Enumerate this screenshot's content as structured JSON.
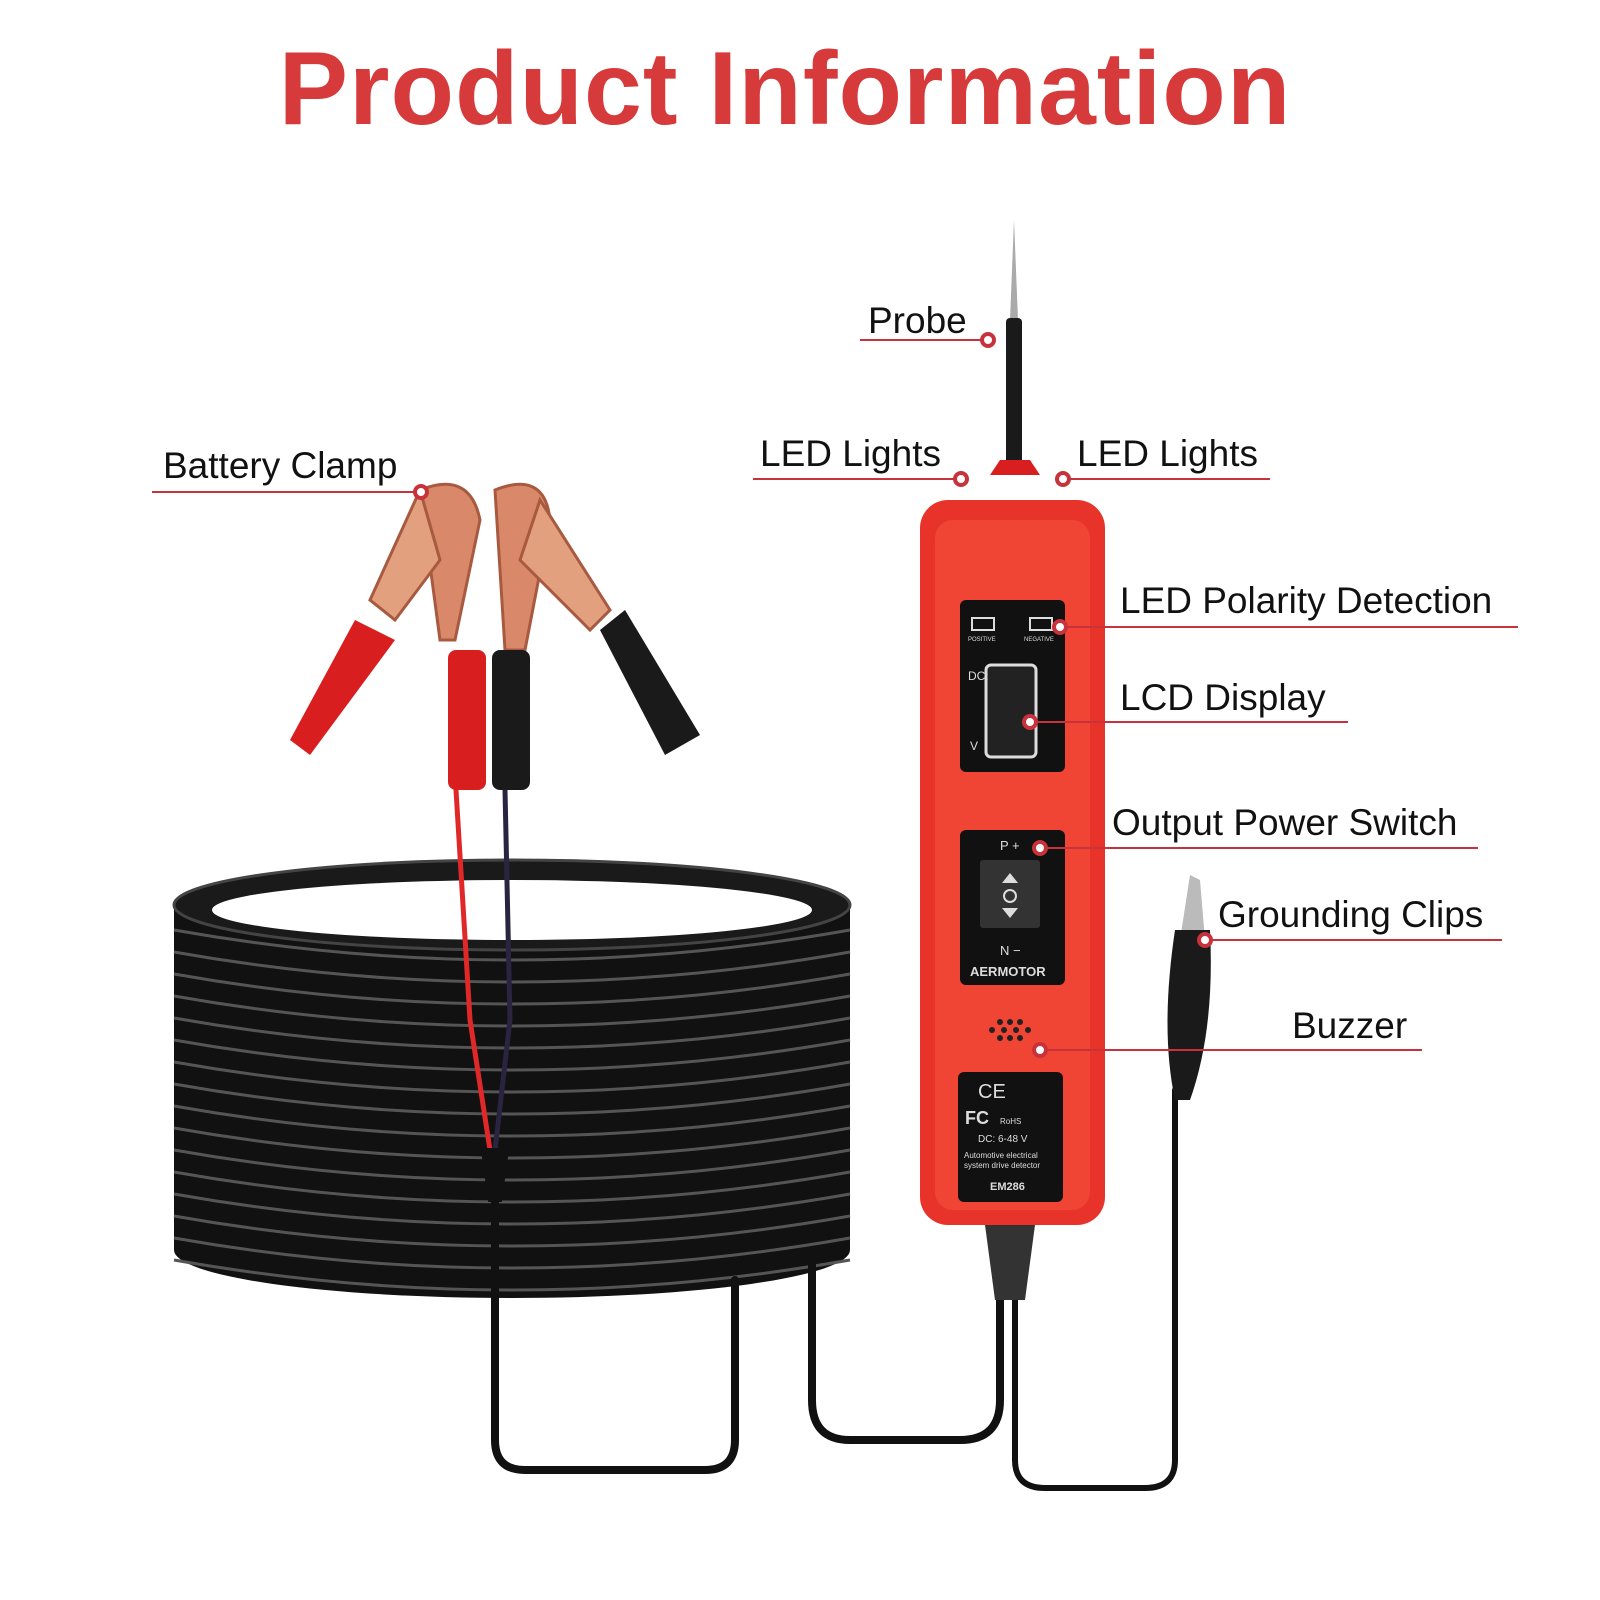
{
  "title": "Product Information",
  "accent_color": "#d63a3a",
  "labels": {
    "probe": "Probe",
    "led_lights_left": "LED Lights",
    "led_lights_right": "LED Lights",
    "battery_clamp": "Battery Clamp",
    "led_polarity": "LED Polarity Detection",
    "lcd_display": "LCD Display",
    "output_switch": "Output Power Switch",
    "grounding_clips": "Grounding Clips",
    "buzzer": "Buzzer"
  },
  "device": {
    "positive": "POSITIVE",
    "negative": "NEGATIVE",
    "dc": "DC:",
    "v": "V",
    "switch_p": "P +",
    "switch_n": "N −",
    "brand": "AERMOTOR",
    "ce": "CE",
    "fc": "FC",
    "rohs": "RoHS",
    "voltage": "DC: 6-48 V",
    "desc1": "Automotive electrical",
    "desc2": "system drive detector",
    "model": "EM286"
  }
}
